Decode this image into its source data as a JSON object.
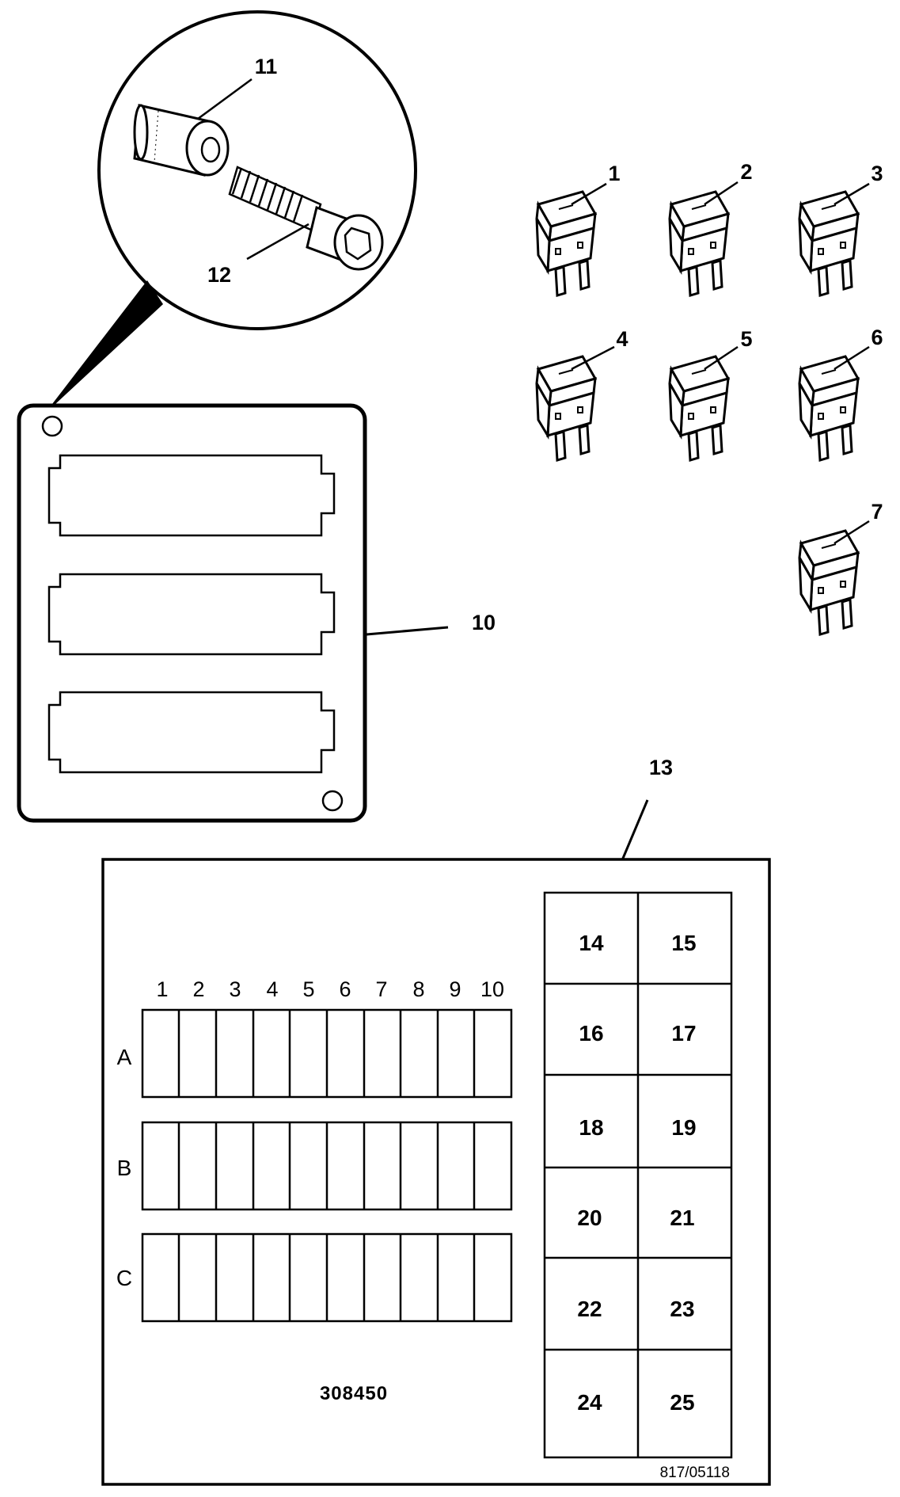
{
  "callouts": {
    "c1": "1",
    "c2": "2",
    "c3": "3",
    "c4": "4",
    "c5": "5",
    "c6": "6",
    "c7": "7",
    "c10": "10",
    "c11": "11",
    "c12": "12",
    "c13": "13"
  },
  "fuse_grid": {
    "columns": [
      "1",
      "2",
      "3",
      "4",
      "5",
      "6",
      "7",
      "8",
      "9",
      "10"
    ],
    "rows": [
      "A",
      "B",
      "C"
    ]
  },
  "relay_cells": [
    "14",
    "15",
    "16",
    "17",
    "18",
    "19",
    "20",
    "21",
    "22",
    "23",
    "24",
    "25"
  ],
  "panel_code": "308450",
  "drawing_ref": "817/05118"
}
